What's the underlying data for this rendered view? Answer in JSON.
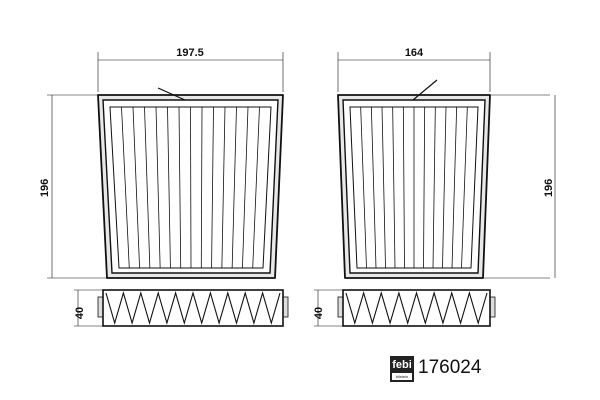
{
  "drawing": {
    "front_view_left": {
      "width_label": "197.5",
      "height_label": "196"
    },
    "front_view_right": {
      "width_label": "164",
      "height_label": "196"
    },
    "side_view_left": {
      "depth_label": "40"
    },
    "side_view_right": {
      "depth_label": "40"
    }
  },
  "brand": {
    "logo_text": "febi",
    "logo_subtext": "bilstein"
  },
  "part_number": "176024"
}
